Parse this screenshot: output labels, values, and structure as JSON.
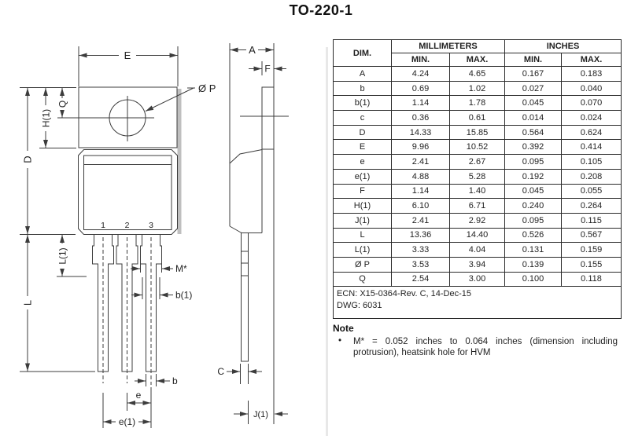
{
  "title": "TO-220-1",
  "drawing": {
    "front_view": {
      "dim_labels": {
        "E": "E",
        "diameter_p": "Ø P",
        "D": "D",
        "H1": "H(1)",
        "Q": "Q",
        "L1": "L(1)",
        "L": "L",
        "M_star": "M*",
        "b1": "b(1)",
        "b": "b",
        "e": "e",
        "e1": "e(1)"
      },
      "pin_numbers": [
        "1",
        "2",
        "3"
      ]
    },
    "side_view": {
      "dim_labels": {
        "A": "A",
        "F": "F",
        "C": "C",
        "J1": "J(1)"
      }
    }
  },
  "table": {
    "col1_header": "DIM.",
    "group_headers": [
      "MILLIMETERS",
      "INCHES"
    ],
    "sub_headers": [
      "MIN.",
      "MAX.",
      "MIN.",
      "MAX."
    ],
    "rows": [
      {
        "dim": "A",
        "mm_min": "4.24",
        "mm_max": "4.65",
        "in_min": "0.167",
        "in_max": "0.183"
      },
      {
        "dim": "b",
        "mm_min": "0.69",
        "mm_max": "1.02",
        "in_min": "0.027",
        "in_max": "0.040"
      },
      {
        "dim": "b(1)",
        "mm_min": "1.14",
        "mm_max": "1.78",
        "in_min": "0.045",
        "in_max": "0.070"
      },
      {
        "dim": "c",
        "mm_min": "0.36",
        "mm_max": "0.61",
        "in_min": "0.014",
        "in_max": "0.024"
      },
      {
        "dim": "D",
        "mm_min": "14.33",
        "mm_max": "15.85",
        "in_min": "0.564",
        "in_max": "0.624"
      },
      {
        "dim": "E",
        "mm_min": "9.96",
        "mm_max": "10.52",
        "in_min": "0.392",
        "in_max": "0.414"
      },
      {
        "dim": "e",
        "mm_min": "2.41",
        "mm_max": "2.67",
        "in_min": "0.095",
        "in_max": "0.105"
      },
      {
        "dim": "e(1)",
        "mm_min": "4.88",
        "mm_max": "5.28",
        "in_min": "0.192",
        "in_max": "0.208"
      },
      {
        "dim": "F",
        "mm_min": "1.14",
        "mm_max": "1.40",
        "in_min": "0.045",
        "in_max": "0.055"
      },
      {
        "dim": "H(1)",
        "mm_min": "6.10",
        "mm_max": "6.71",
        "in_min": "0.240",
        "in_max": "0.264"
      },
      {
        "dim": "J(1)",
        "mm_min": "2.41",
        "mm_max": "2.92",
        "in_min": "0.095",
        "in_max": "0.115"
      },
      {
        "dim": "L",
        "mm_min": "13.36",
        "mm_max": "14.40",
        "in_min": "0.526",
        "in_max": "0.567"
      },
      {
        "dim": "L(1)",
        "mm_min": "3.33",
        "mm_max": "4.04",
        "in_min": "0.131",
        "in_max": "0.159"
      },
      {
        "dim": "Ø P",
        "mm_min": "3.53",
        "mm_max": "3.94",
        "in_min": "0.139",
        "in_max": "0.155"
      },
      {
        "dim": "Q",
        "mm_min": "2.54",
        "mm_max": "3.00",
        "in_min": "0.100",
        "in_max": "0.118"
      }
    ],
    "footer_lines": [
      "ECN: X15-0364-Rev. C, 14-Dec-15",
      "DWG: 6031"
    ]
  },
  "note": {
    "heading": "Note",
    "bullet_char": "•",
    "bullet_text": "M* = 0.052 inches to 0.064 inches (dimension including protrusion), heatsink hole for HVM"
  }
}
